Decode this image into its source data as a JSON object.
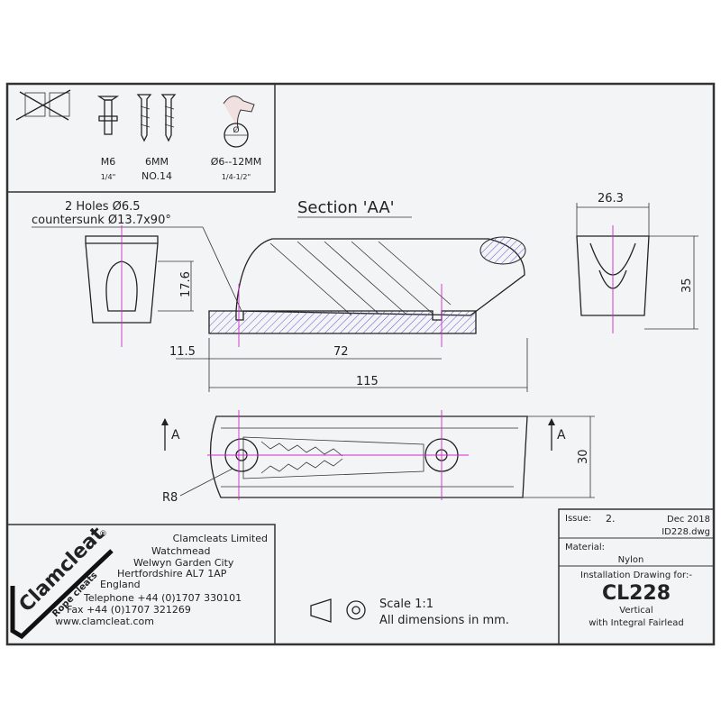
{
  "fixings": {
    "m6": "M6",
    "m6_imperial": "1/4\"",
    "screw": "6MM",
    "screw_no": "NO.14",
    "rope": "Ø6--12MM",
    "rope_imperial": "1/4-1/2\""
  },
  "section_title": "Section 'AA'",
  "holes_note": [
    "2 Holes Ø6.5",
    "countersunk Ø13.7x90°"
  ],
  "dimensions": {
    "width_top": "26.3",
    "height_section": "17.6",
    "height_end": "35",
    "offset": "11.5",
    "hole_spacing": "72",
    "length": "115",
    "width_plan": "30",
    "radius": "R8",
    "section_marker": "A"
  },
  "company": {
    "logo": "Clamcleat",
    "logo_sub": "Rope cleats",
    "name": "Clamcleats Limited",
    "address": [
      "Watchmead",
      "Welwyn Garden City",
      "Hertfordshire AL7 1AP",
      "England"
    ],
    "telephone": "Telephone +44 (0)1707 330101",
    "fax": "Fax +44 (0)1707 321269",
    "website": "www.clamcleat.com"
  },
  "scale": {
    "label": "Scale 1:1",
    "units": "All dimensions in mm."
  },
  "title_block": {
    "issue_label": "Issue:",
    "issue": "2.",
    "date": "Dec 2018",
    "file": "ID228.dwg",
    "material_label": "Material:",
    "material": "Nylon",
    "drawing_for": "Installation Drawing for:-",
    "product": "CL228",
    "desc1": "Vertical",
    "desc2": "with Integral Fairlead"
  },
  "colors": {
    "centerline": "#d02ad0",
    "hatch": "#5a5ad0",
    "background": "#f3f4f6"
  }
}
